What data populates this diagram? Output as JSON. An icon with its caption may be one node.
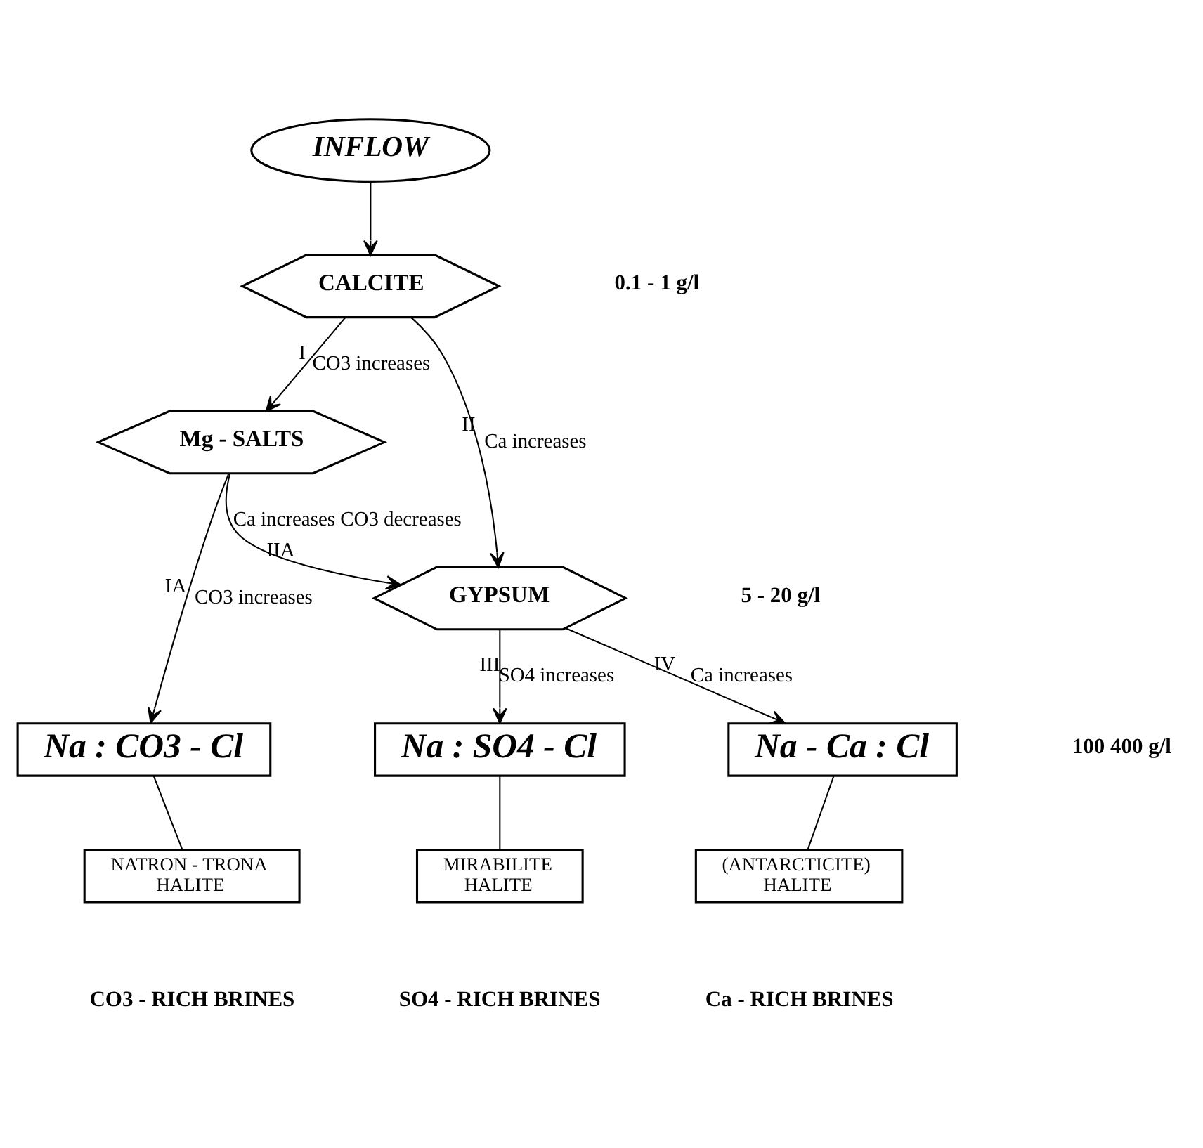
{
  "diagram": {
    "nodes": [
      {
        "text": [
          "INFLOW"
        ]
      },
      {
        "text": [
          "CALCITE"
        ]
      },
      {
        "text": [
          "Mg - SALTS"
        ]
      },
      {
        "text": [
          "GYPSUM"
        ]
      },
      {
        "text": [
          "Na : CO3 - Cl"
        ]
      },
      {
        "text": [
          "Na : SO4 - Cl"
        ]
      },
      {
        "text": [
          "Na - Ca : Cl"
        ]
      },
      {
        "text": [
          "NATRON - TRONA HALITE"
        ],
        "beside": [
          "CO3 - RICH BRINES"
        ]
      },
      {
        "text": [
          "MIRABILITE HALITE"
        ],
        "beside": [
          "SO4 - RICH BRINES"
        ]
      },
      {
        "text": [
          "(ANTARCTICITE) HALITE"
        ],
        "beside": [
          "Ca - RICH BRINES"
        ]
      }
    ],
    "edges": [
      {
        "from": 0,
        "to": 1,
        "arrow": "to"
      },
      {
        "from": 1,
        "to": 2,
        "arrow": "to",
        "label": "CO3 increases"
      },
      {
        "from": 1,
        "to": 3,
        "arrow": "to",
        "label": "Ca increases"
      },
      {
        "from": 2,
        "to": 3,
        "arrow": "to",
        "label": "Ca increases CO3 decreases"
      },
      {
        "from": 2,
        "to": 4,
        "arrow": "to",
        "label": "CO3 increases"
      },
      {
        "from": 3,
        "to": 5,
        "arrow": "to",
        "label": "SO4 increases"
      },
      {
        "from": 3,
        "to": 6,
        "arrow": "to",
        "label": "Ca increases"
      },
      {
        "from": 4,
        "to": 7,
        "arrow": "none"
      },
      {
        "from": 5,
        "to": 8,
        "arrow": "none"
      },
      {
        "from": 6,
        "to": 9,
        "arrow": "none"
      }
    ],
    "labels": [
      "0.1 - 1 g/l",
      "I",
      "II",
      "IIA",
      "5 - 20 g/l",
      "IA",
      "III",
      "IV",
      "100 400 g/l"
    ]
  }
}
